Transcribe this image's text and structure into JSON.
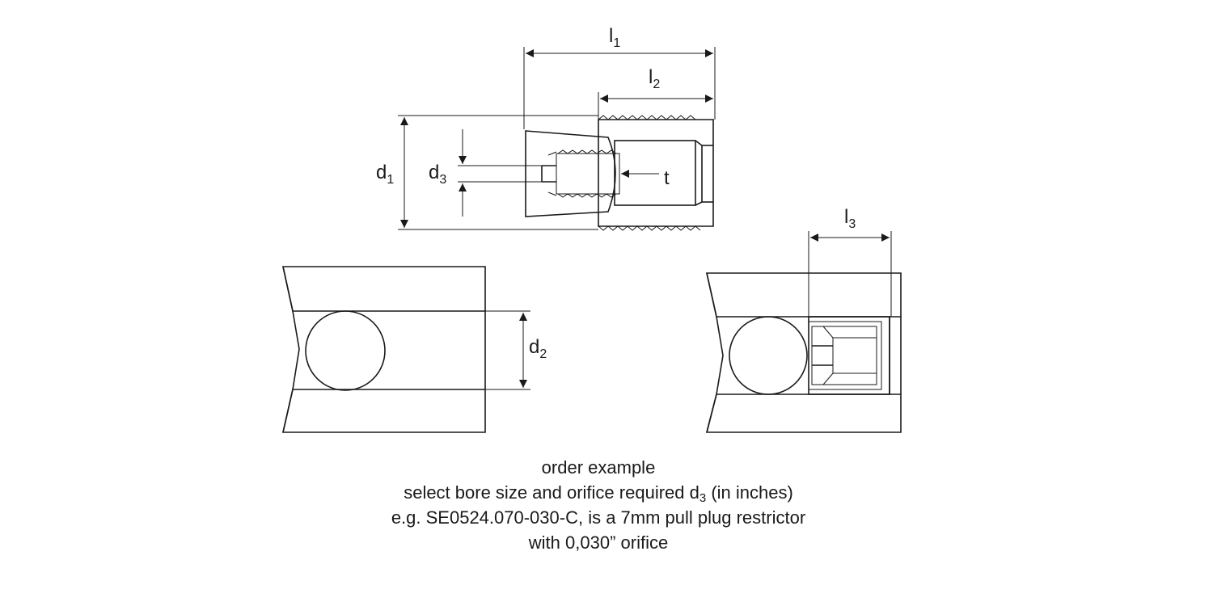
{
  "dimensions": {
    "l1": {
      "base": "l",
      "sub": "1"
    },
    "l2": {
      "base": "l",
      "sub": "2"
    },
    "l3": {
      "base": "l",
      "sub": "3"
    },
    "d1": {
      "base": "d",
      "sub": "1"
    },
    "d2": {
      "base": "d",
      "sub": "2"
    },
    "d3": {
      "base": "d",
      "sub": "3"
    },
    "t": "t"
  },
  "caption": {
    "line1": "order example",
    "line2_pre": "select bore size and orifice required d",
    "line2_sub": "3",
    "line2_post": " (in inches)",
    "line3": "e.g. SE0524.070-030-C, is a 7mm pull plug restrictor",
    "line4": "with 0,030” orifice"
  },
  "colors": {
    "ink": "#1a1a1a",
    "background": "#ffffff"
  }
}
